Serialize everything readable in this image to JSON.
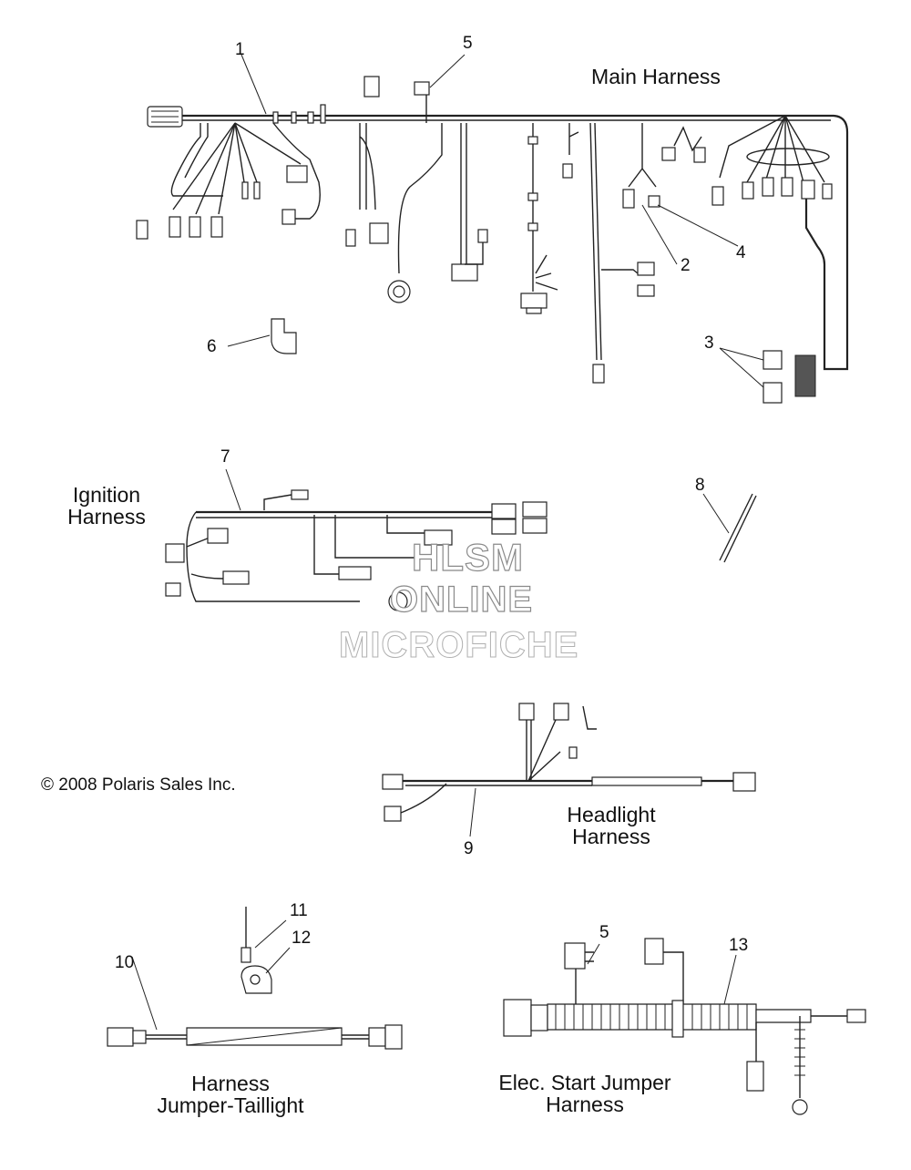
{
  "diagram": {
    "callouts": [
      "1",
      "2",
      "3",
      "4",
      "5",
      "6",
      "7",
      "8",
      "9",
      "10",
      "11",
      "12",
      "5",
      "13"
    ],
    "titles": {
      "main": "Main Harness",
      "ignition": [
        "Ignition",
        "Harness"
      ],
      "headlight": [
        "Headlight",
        "Harness"
      ],
      "taillight": [
        "Harness",
        "Jumper-Taillight"
      ],
      "elec_start": [
        "Elec. Start Jumper",
        "Harness"
      ]
    },
    "copyright": "© 2008 Polaris Sales Inc.",
    "watermark": [
      "HLSM",
      "ONLINE",
      "MICROFICHE"
    ]
  }
}
